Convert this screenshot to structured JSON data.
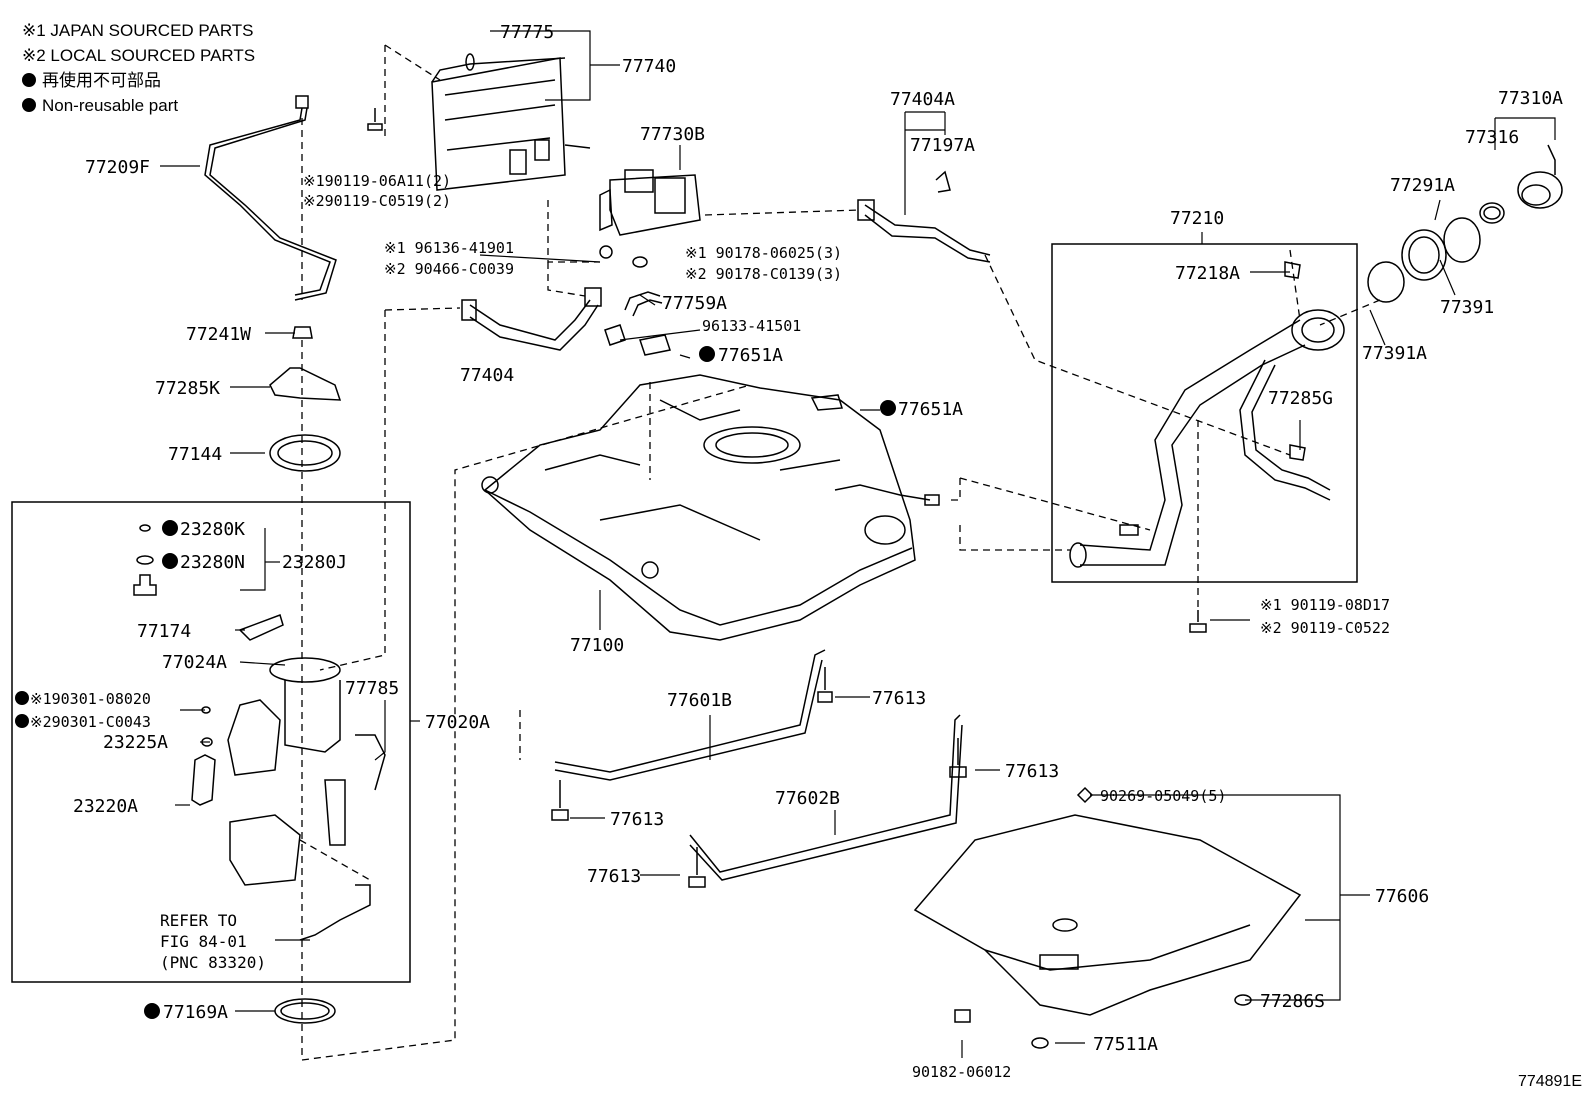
{
  "legend": {
    "japan_sourced": "※1 JAPAN SOURCED PARTS",
    "local_sourced": "※2 LOCAL SOURCED PARTS",
    "non_reusable_jp": "再使用不可部品",
    "non_reusable_en": "Non-reusable part"
  },
  "figure_id": "774891E",
  "refer": {
    "line1": "REFER TO",
    "line2": "FIG 84-01",
    "line3": "(PNC 83320)"
  },
  "parts": {
    "p77775": "77775",
    "p77740": "77740",
    "p77730B": "77730B",
    "p77404A": "77404A",
    "p77197A": "77197A",
    "p77310A": "77310A",
    "p77316": "77316",
    "p77291A": "77291A",
    "p77210": "77210",
    "p77218A": "77218A",
    "p77391": "77391",
    "p77391A": "77391A",
    "p77285G": "77285G",
    "p77209F": "77209F",
    "b1_jp": "※190119-06A11(2)",
    "b1_loc": "※290119-C0519(2)",
    "c1_jp": "※1 96136-41901",
    "c1_loc": "※2 90466-C0039",
    "n1_jp": "※1 90178-06025(3)",
    "n1_loc": "※2 90178-C0139(3)",
    "p77759A": "77759A",
    "p96133": "96133-41501",
    "p77651A_1": "77651A",
    "p77651A_2": "77651A",
    "p77241W": "77241W",
    "p77404": "77404",
    "p77285K": "77285K",
    "p77144": "77144",
    "p23280K": "23280K",
    "p23280N": "23280N",
    "p23280J": "23280J",
    "p77174": "77174",
    "p77024A": "77024A",
    "p77785": "77785",
    "p77020A": "77020A",
    "o1_jp": "※190301-08020",
    "o1_loc": "※290301-C0043",
    "p23225A": "23225A",
    "p23220A": "23220A",
    "p77169A": "77169A",
    "p77100": "77100",
    "b2_jp": "※1  90119-08D17",
    "b2_loc": "※2  90119-C0522",
    "p77601B": "77601B",
    "p77613_a": "77613",
    "p77613_b": "77613",
    "p77613_c": "77613",
    "p77613_d": "77613",
    "p77602B": "77602B",
    "p90269": "90269-05049(5)",
    "p77606": "77606",
    "p77286S": "77286S",
    "p77511A": "77511A",
    "p90182": "90182-06012"
  }
}
